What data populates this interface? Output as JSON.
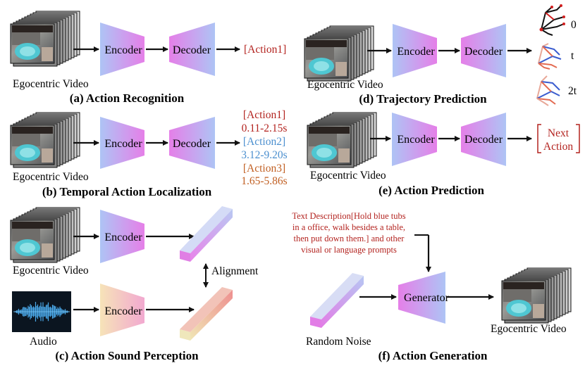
{
  "colors": {
    "encoder_gradient": [
      "#aec4f5",
      "#e57fe8"
    ],
    "decoder_gradient": [
      "#e57fe8",
      "#aec4f5"
    ],
    "audio_encoder_gradient": [
      "#f6e3b8",
      "#f2a9d0"
    ],
    "red_text": "#b3231f",
    "blue_text": "#4b8fcf",
    "orange_text": "#c15f22"
  },
  "panels": {
    "a": {
      "caption": "(a) Action Recognition",
      "input_label": "Egocentric Video",
      "encoder": "Encoder",
      "decoder": "Decoder",
      "output": "[Action1]"
    },
    "b": {
      "caption": "(b) Temporal Action Localization",
      "input_label": "Egocentric Video",
      "encoder": "Encoder",
      "decoder": "Decoder",
      "outputs": [
        {
          "action": "[Action1]",
          "time": "0.11-2.15s"
        },
        {
          "action": "[Action2]",
          "time": "3.12-9.20s"
        },
        {
          "action": "[Action3]",
          "time": "1.65-5.86s"
        }
      ]
    },
    "c": {
      "caption": "(c) Action Sound Perception",
      "video_label": "Egocentric Video",
      "audio_label": "Audio",
      "encoder_video": "Encoder",
      "encoder_audio": "Encoder",
      "alignment": "Alignment"
    },
    "d": {
      "caption": "(d) Trajectory Prediction",
      "input_label": "Egocentric Video",
      "encoder": "Encoder",
      "decoder": "Decoder",
      "time_labels": [
        "0",
        "t",
        "2t"
      ]
    },
    "e": {
      "caption": "(e) Action Prediction",
      "input_label": "Egocentric Video",
      "encoder": "Encoder",
      "decoder": "Decoder",
      "output_lines": [
        "Next",
        "Action"
      ]
    },
    "f": {
      "caption": "(f) Action Generation",
      "prompt_lines": [
        "Text Description[Hold blue tubs",
        "in a office, walk besides a table,",
        "then put down them.] and other",
        "visual or language prompts"
      ],
      "generator": "Generator",
      "noise_label": "Random Noise",
      "output_label": "Egocentric Video"
    }
  }
}
